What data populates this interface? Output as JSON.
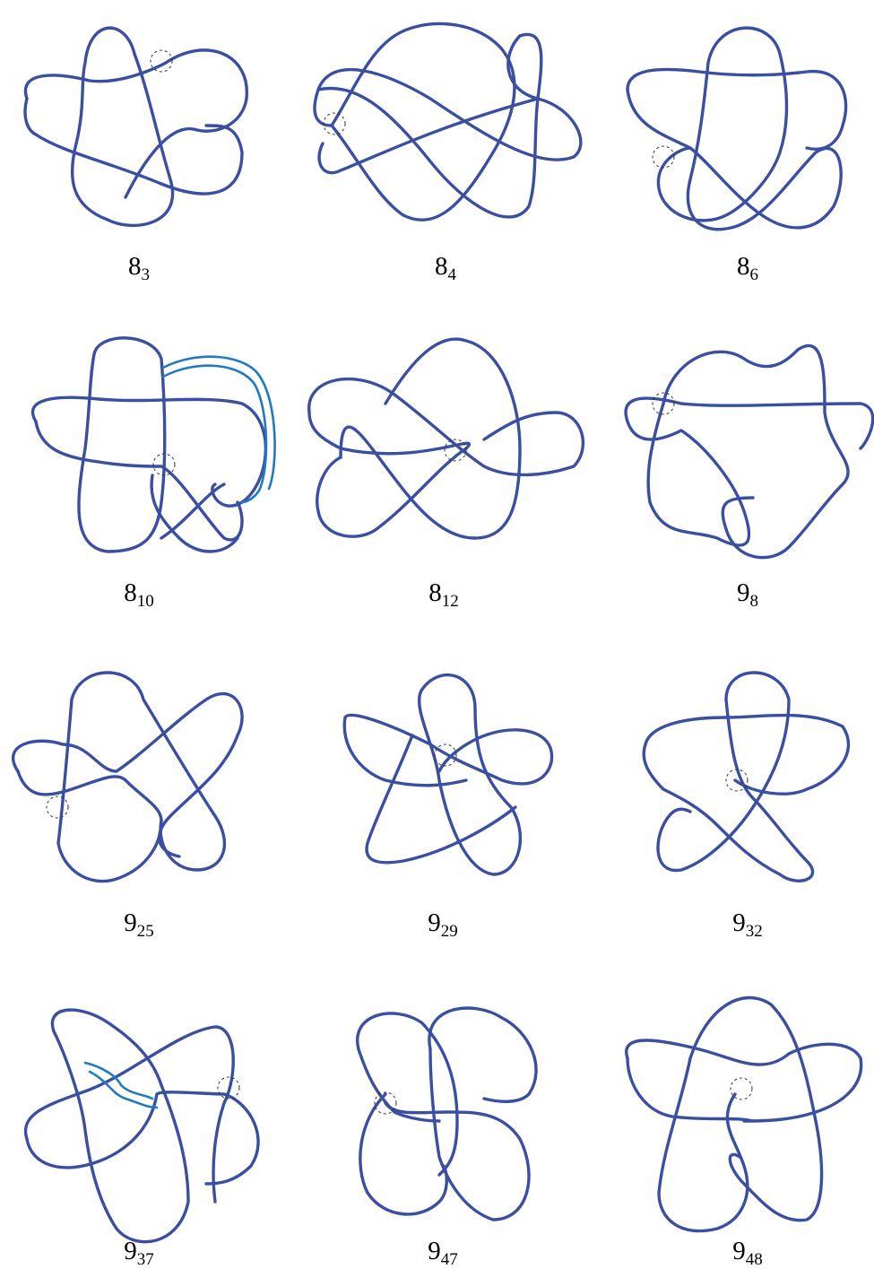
{
  "colors": {
    "strand": "#3a4fa0",
    "band": "#1f7ac0",
    "marker": "#333333"
  },
  "knots": [
    {
      "name": "knot-8-3",
      "base": "8",
      "index": "3"
    },
    {
      "name": "knot-8-4",
      "base": "8",
      "index": "4"
    },
    {
      "name": "knot-8-6",
      "base": "8",
      "index": "6"
    },
    {
      "name": "knot-8-10",
      "base": "8",
      "index": "10"
    },
    {
      "name": "knot-8-12",
      "base": "8",
      "index": "12"
    },
    {
      "name": "knot-9-8",
      "base": "9",
      "index": "8"
    },
    {
      "name": "knot-9-25",
      "base": "9",
      "index": "25"
    },
    {
      "name": "knot-9-29",
      "base": "9",
      "index": "29"
    },
    {
      "name": "knot-9-32",
      "base": "9",
      "index": "32"
    },
    {
      "name": "knot-9-37",
      "base": "9",
      "index": "37"
    },
    {
      "name": "knot-9-47",
      "base": "9",
      "index": "47"
    },
    {
      "name": "knot-9-48",
      "base": "9",
      "index": "48"
    }
  ]
}
